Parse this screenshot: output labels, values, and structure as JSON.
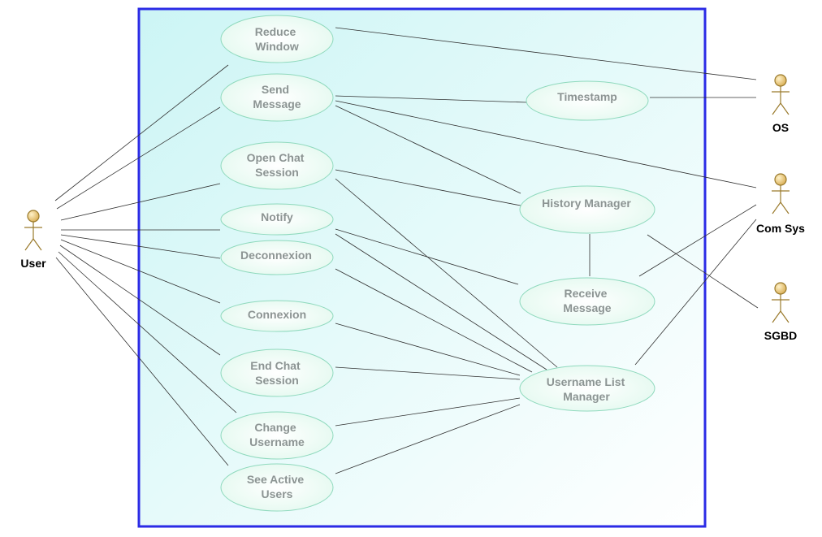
{
  "colors": {
    "system_border": "#2b2be6",
    "system_fill_start": "#ccf5f5",
    "system_fill_end": "#ffffff",
    "usecase_fill": "#e3f9ef",
    "usecase_stroke": "#8fd9bd",
    "usecase_text": "#8c9493",
    "actor_fill": "#d9ae55",
    "actor_stroke": "#9a7a2c",
    "line": "#303030"
  },
  "actors": {
    "user": {
      "name": "User"
    },
    "os": {
      "name": "OS"
    },
    "comsys": {
      "name": "Com Sys"
    },
    "sgbd": {
      "name": "SGBD"
    }
  },
  "use_cases": {
    "reduce_window": [
      "Reduce",
      "Window"
    ],
    "send_message": [
      "Send",
      "Message"
    ],
    "open_chat_session": [
      "Open Chat",
      "Session"
    ],
    "notify": [
      "Notify"
    ],
    "deconnexion": [
      "Deconnexion"
    ],
    "connexion": [
      "Connexion"
    ],
    "end_chat_session": [
      "End Chat",
      "Session"
    ],
    "change_username": [
      "Change",
      "Username"
    ],
    "see_active_users": [
      "See Active",
      "Users"
    ],
    "timestamp": [
      "Timestamp"
    ],
    "history_manager": [
      "History Manager"
    ],
    "receive_message": [
      "Receive",
      "Message"
    ],
    "username_list_manager": [
      "Username List",
      "Manager"
    ]
  }
}
